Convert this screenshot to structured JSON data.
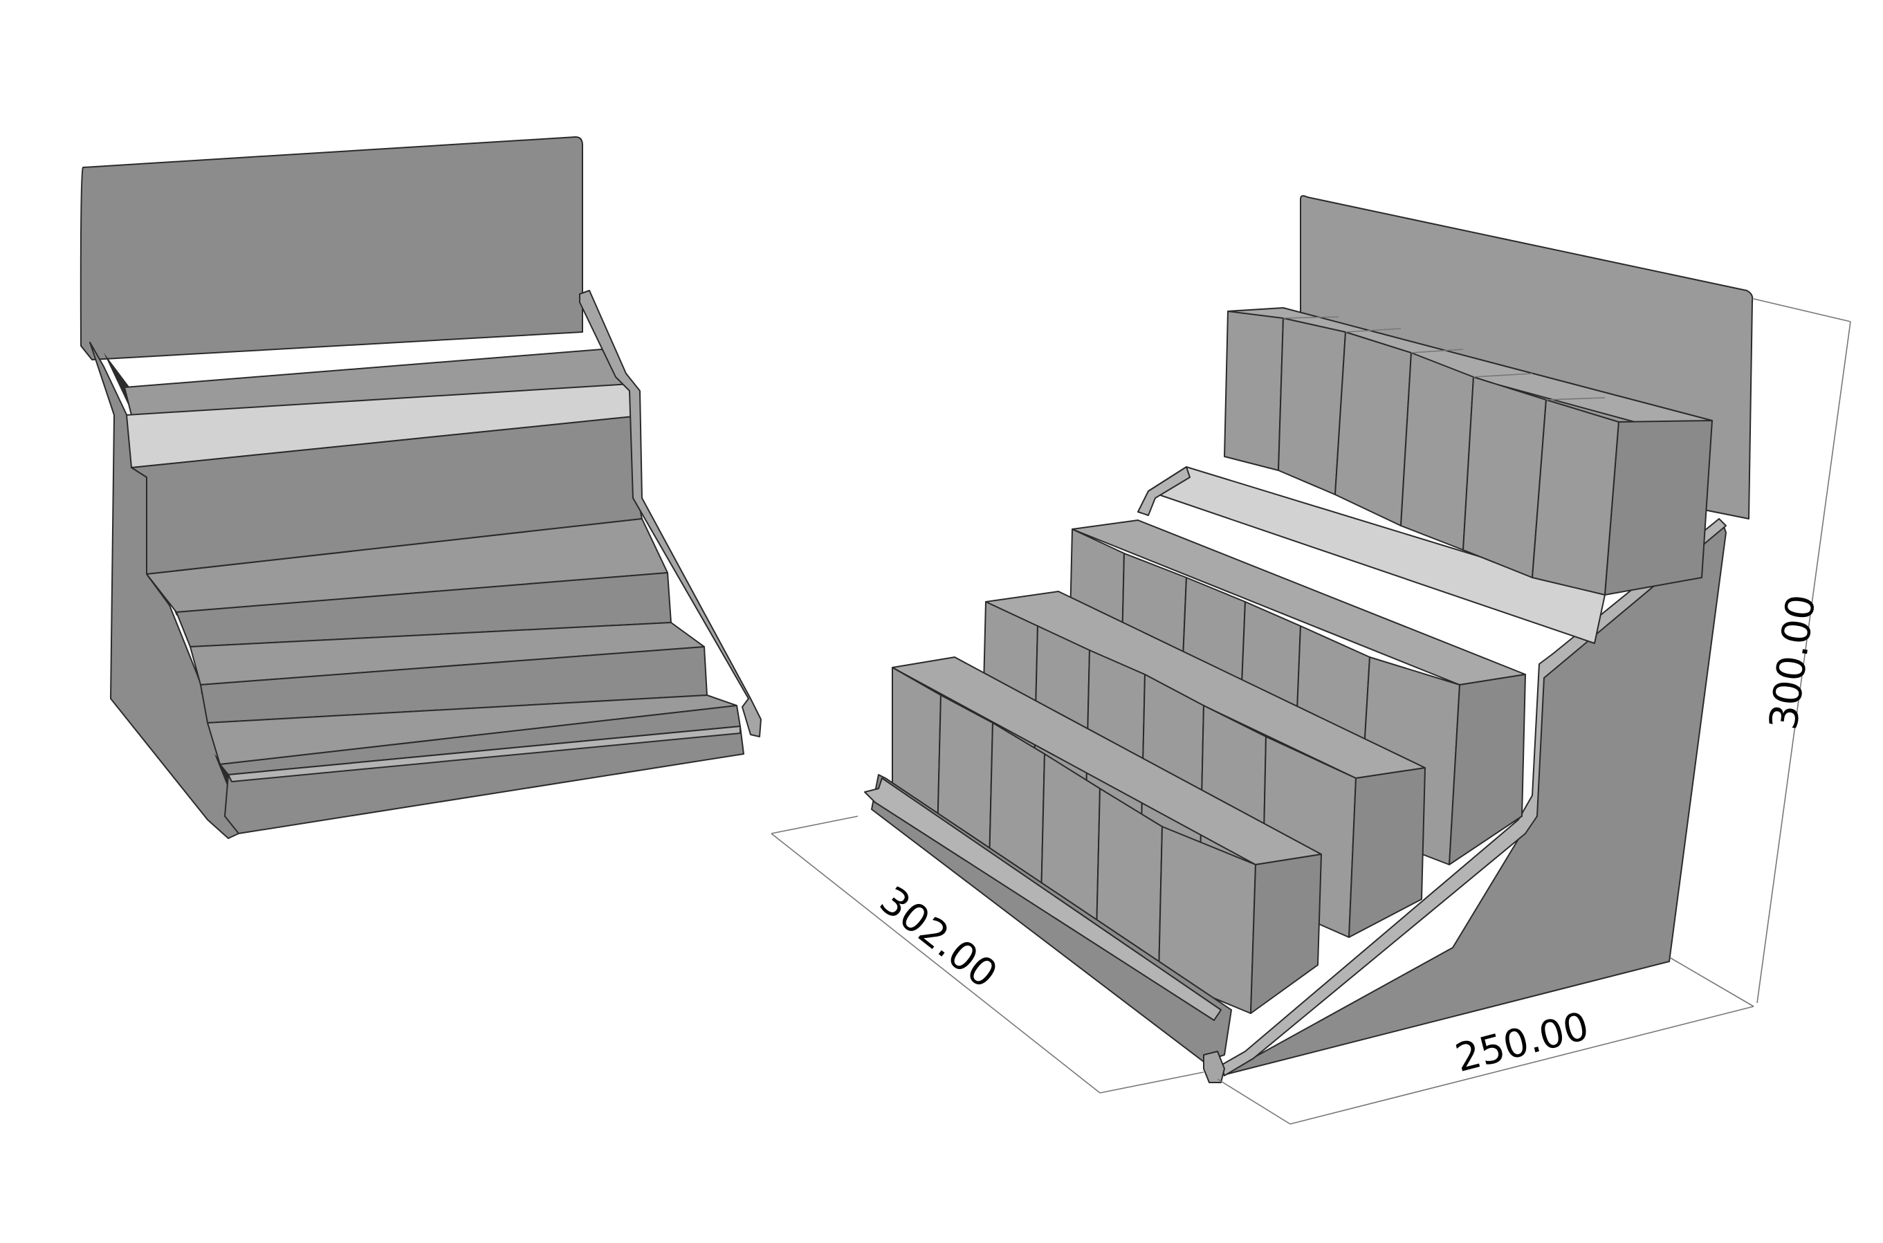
{
  "dimensions": {
    "width_label": "302.00",
    "depth_label": "250.00",
    "height_label": "300.00"
  },
  "colors": {
    "background": "#ffffff",
    "panel": "#8c8c8c",
    "panel_light": "#9a9a9a",
    "panel_dark": "#7e7e7e",
    "box_front": "#9b9b9b",
    "box_top": "#a9a9a9",
    "box_side": "#8a8a8a",
    "label_strip": "#d2d2d2",
    "edge": "#2a2a2a"
  }
}
